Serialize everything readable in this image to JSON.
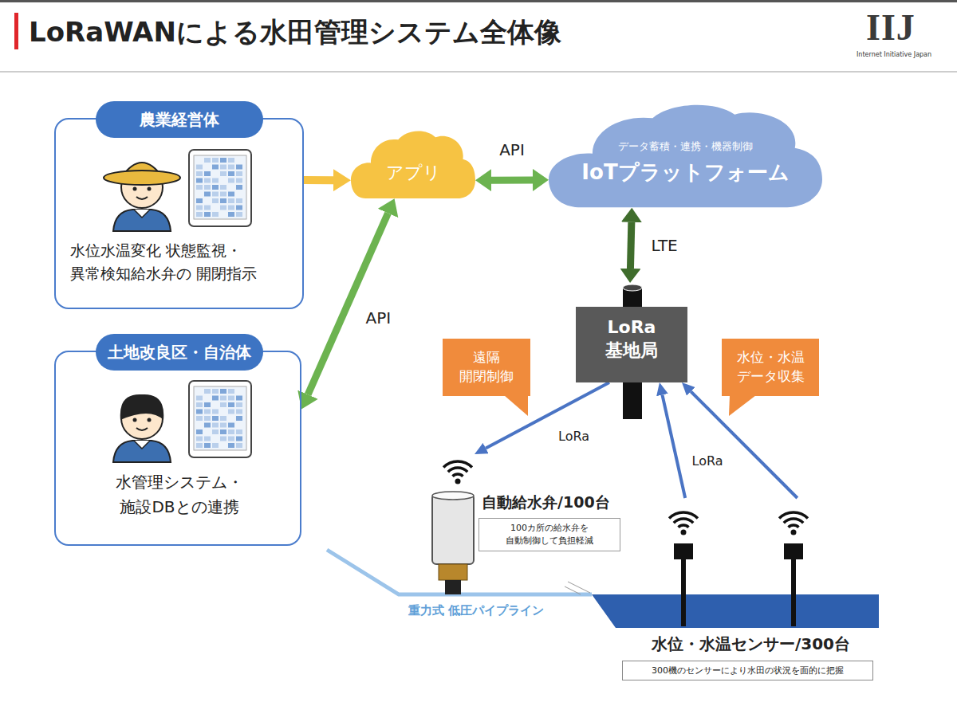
{
  "diagram": {
    "title": "LoRaWANによる水田管理システム全体像",
    "nodes": [
      {
        "text": [
          "農業経営体",
          "水位水温変化 状態監視・異常検知給水弁の 開閉指示"
        ]
      },
      {
        "text": [
          "土地改良区・自治体",
          "水管理システム・ 施設DBとの連携"
        ]
      },
      {
        "text": [
          "アプリ"
        ]
      },
      {
        "text": [
          "データ蓄積・連携・機器制御",
          "IoTプラットフォーム"
        ]
      },
      {
        "text": [
          "LoRa 基地局"
        ]
      },
      {
        "text": [
          "自動給水弁/100台",
          "100カ所の給水弁を 自動制御して負担軽減"
        ]
      },
      {
        "text": [
          "水位・水温センサー/300台",
          "300機のセンサーにより水田の状況を面的に把握"
        ]
      },
      {
        "text": [
          "遠隔 開閉制御"
        ]
      },
      {
        "text": [
          "水位・水温 データ収集"
        ]
      }
    ],
    "edges": [
      {
        "from": 0,
        "to": 2,
        "arrow": "to"
      },
      {
        "from": 2,
        "to": 3,
        "arrow": "both",
        "label": "API"
      },
      {
        "from": 2,
        "to": 1,
        "arrow": "both",
        "label": "API"
      },
      {
        "from": 3,
        "to": 4,
        "arrow": "both",
        "label": "LTE"
      },
      {
        "from": 4,
        "to": 5,
        "arrow": "to",
        "label": "LoRa"
      },
      {
        "from": 6,
        "to": 4,
        "arrow": "to",
        "label": "LoRa"
      },
      {
        "from": 6,
        "to": 4,
        "arrow": "to"
      }
    ],
    "labels": [
      "IIJ",
      "Internet Initiative Japan",
      "重力式 低圧パイプライン"
    ]
  }
}
